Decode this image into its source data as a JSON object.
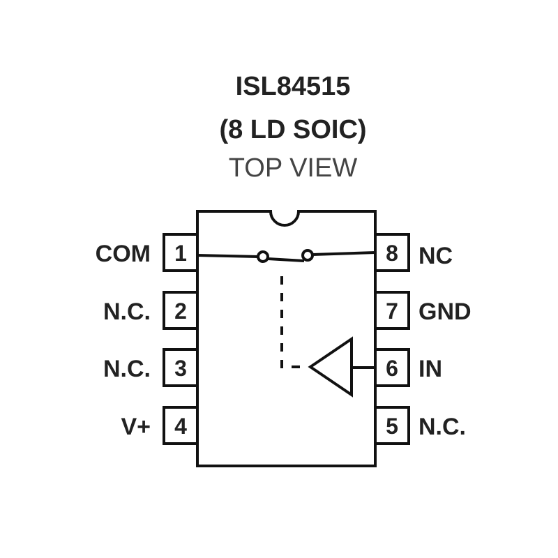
{
  "title": {
    "part": "ISL84515",
    "package": "(8 LD SOIC)",
    "view": "TOP VIEW"
  },
  "pins": [
    {
      "number": "1",
      "label": "COM"
    },
    {
      "number": "2",
      "label": "N.C."
    },
    {
      "number": "3",
      "label": "N.C."
    },
    {
      "number": "4",
      "label": "V+"
    },
    {
      "number": "5",
      "label": "N.C."
    },
    {
      "number": "6",
      "label": "IN"
    },
    {
      "number": "7",
      "label": "GND"
    },
    {
      "number": "8",
      "label": "NC"
    }
  ]
}
